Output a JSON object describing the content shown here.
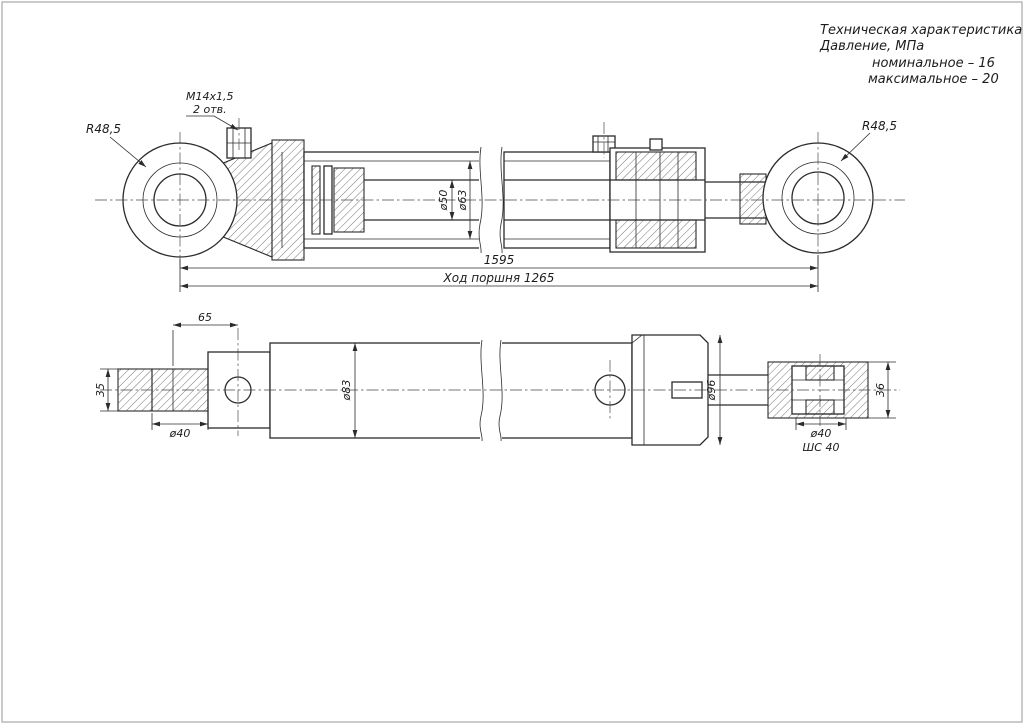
{
  "meta": {
    "drawing_type": "Hydraulic cylinder assembly drawing"
  },
  "colors": {
    "background": "#ffffff",
    "line": "#2b2b2b",
    "centerline": "#4a4a4a",
    "frame": "#a8a8a8"
  },
  "tech_spec": {
    "title": "Техническая характеристика",
    "subtitle": "Давление, МПа",
    "nominal": "номинальное  – 16",
    "maximal": "максимальное – 20"
  },
  "top_view": {
    "left_eye_radius": "R48,5",
    "right_eye_radius": "R48,5",
    "thread_label": "M14x1,5",
    "thread_holes": "2 отв.",
    "rod_diameter": "ø50",
    "bore_diameter": "ø63",
    "overall_length": "1595",
    "piston_stroke": "Ход поршня 1265"
  },
  "bottom_view": {
    "clevis_offset": "65",
    "rod_end_width": "35",
    "rod_end_diameter": "ø40",
    "tube_diameter": "ø83",
    "head_diameter": "ø96",
    "bearing_width": "36",
    "bearing_bore_diameter": "ø40",
    "bearing_type": "ШС 40"
  }
}
